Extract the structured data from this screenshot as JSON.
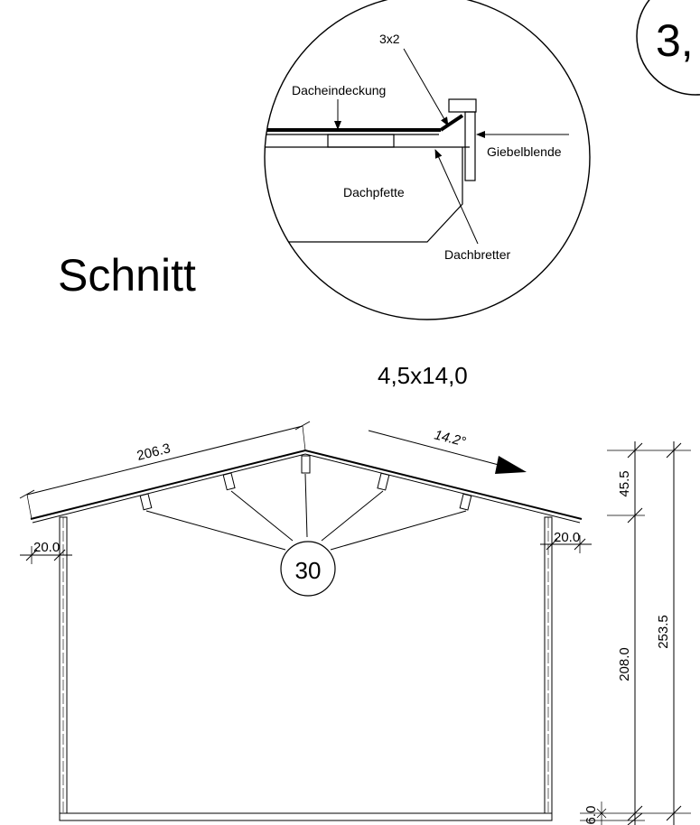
{
  "corner_label": "3,",
  "title": "Schnitt",
  "beam_size": "4,5x14,0",
  "detail": {
    "callout_size": "3x2",
    "labels": {
      "roof_covering": "Dacheindeckung",
      "gable_trim": "Giebelblende",
      "purlin": "Dachpfette",
      "roof_boards": "Dachbretter"
    }
  },
  "section": {
    "reference": "30",
    "roof_pitch": "14.2°",
    "dims": {
      "rafter_length": "206.3",
      "overhang_left": "20.0",
      "overhang_right": "20.0",
      "roof_height": "45.5",
      "wall_height": "208.0",
      "total_height": "253.5",
      "floor": "6.0"
    }
  }
}
